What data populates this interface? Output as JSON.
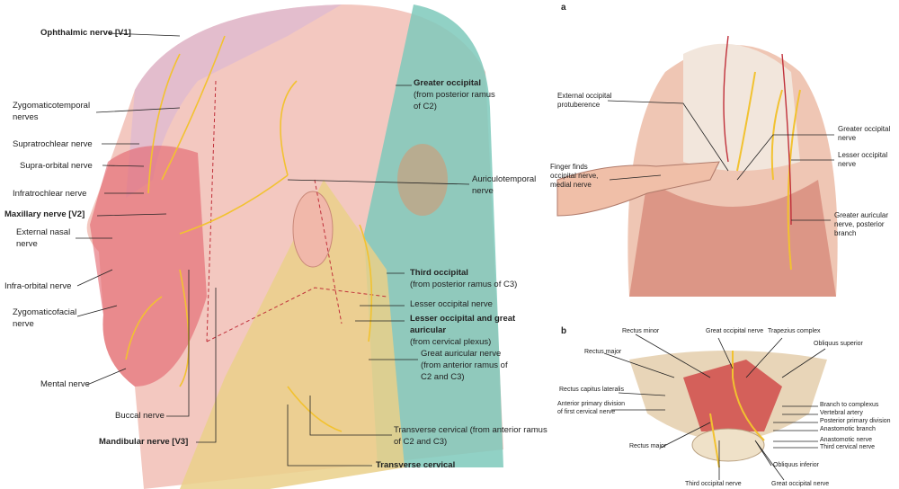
{
  "main_figure": {
    "labels": {
      "ophthalmic": "Ophthalmic nerve [V1]",
      "zygomaticotemporal": "Zygomaticotemporal nerves",
      "supratrochlear": "Supratrochlear nerve",
      "supraorbital": "Supra-orbital nerve",
      "infratrochlear": "Infratrochlear nerve",
      "maxillary": "Maxillary nerve [V2]",
      "external_nasal": "External nasal nerve",
      "infraorbital": "Infra-orbital nerve",
      "zygomaticofacial": "Zygomaticofacial nerve",
      "mental": "Mental nerve",
      "buccal": "Buccal nerve",
      "mandibular": "Mandibular nerve [V3]",
      "transverse_cervical": "Transverse cervical",
      "transverse_cervical_detail": "Transverse cervical (from anterior ramus of C2 and C3)",
      "great_auricular": "Great auricular nerve (from anterior ramus of C2 and C3)",
      "lesser_great_title": "Lesser occipital and great auricular",
      "lesser_great_sub": "(from cervical plexus)",
      "lesser_occipital": "Lesser occipital nerve",
      "third_occipital_title": "Third occipital",
      "third_occipital_sub": "(from posterior ramus of C3)",
      "auriculotemporal": "Auriculotemporal nerve",
      "greater_occipital_title": "Greater occipital",
      "greater_occipital_sub": "(from posterior ramus of C2)"
    }
  },
  "panel_a": {
    "letter": "a",
    "labels": {
      "protuberance": "External occipital protuberence",
      "finger": "Finger finds occipital nerve, medial nerve",
      "greater_occipital": "Greater occipital nerve",
      "lesser_occipital": "Lesser occipital nerve",
      "greater_auricular": "Greater auricular nerve, posterior branch"
    }
  },
  "panel_b": {
    "letter": "b",
    "labels": {
      "rectus_minor": "Rectus minor",
      "great_occipital_top": "Great occipital nerve",
      "trapezius": "Trapezius complex",
      "obliquus_superior": "Obliquus superior",
      "rectus_major_top": "Rectus major",
      "rectus_capitus": "Rectus capitus lateralis",
      "anterior_primary": "Anterior primary division of first cervical nerve",
      "branch_complexus": "Branch to complexus",
      "vertebral_artery": "Vertebral artery",
      "posterior_primary": "Posterior primary division",
      "anastomotic_branch": "Anastomotic branch",
      "anastomotic_nerve": "Anastomotic nerve",
      "third_cervical": "Third cervical nerve",
      "rectus_major_bottom": "Rectus major",
      "obliquus_inferior": "Obliquus inferior",
      "third_occipital": "Third occipital nerve",
      "great_occipital_bottom": "Great occipital nerve"
    }
  },
  "colors": {
    "nerve": "#f2c230",
    "skin": "#f0b0b0",
    "muscle": "#d8605a",
    "occipital_zone": "#6cc2b0",
    "cervical_zone": "#e8c870"
  }
}
